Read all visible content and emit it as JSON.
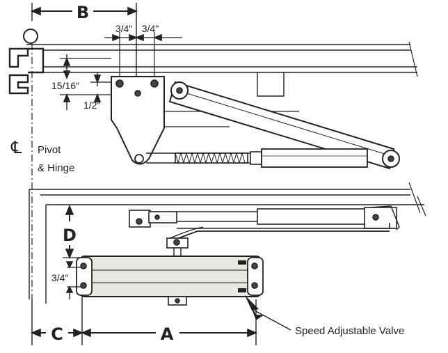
{
  "labels": {
    "dim_b": "B",
    "dim_a": "A",
    "dim_c": "C",
    "dim_d": "D",
    "three_quarter_left": "3/4\"",
    "three_quarter_right": "3/4\"",
    "fifteen_sixteenths": "15/16\"",
    "one_half": "1/2\"",
    "three_quarter_side": "3/4\"",
    "centerline_symbol": "℄",
    "pivot_line1": "Pivot",
    "pivot_line2": "& Hinge",
    "valve_callout": "Speed Adjustable Valve"
  },
  "colors": {
    "ink": "#222222",
    "paper": "#ffffff",
    "body_fill": "#e9e7e2",
    "shade": "#d8d6d0"
  }
}
